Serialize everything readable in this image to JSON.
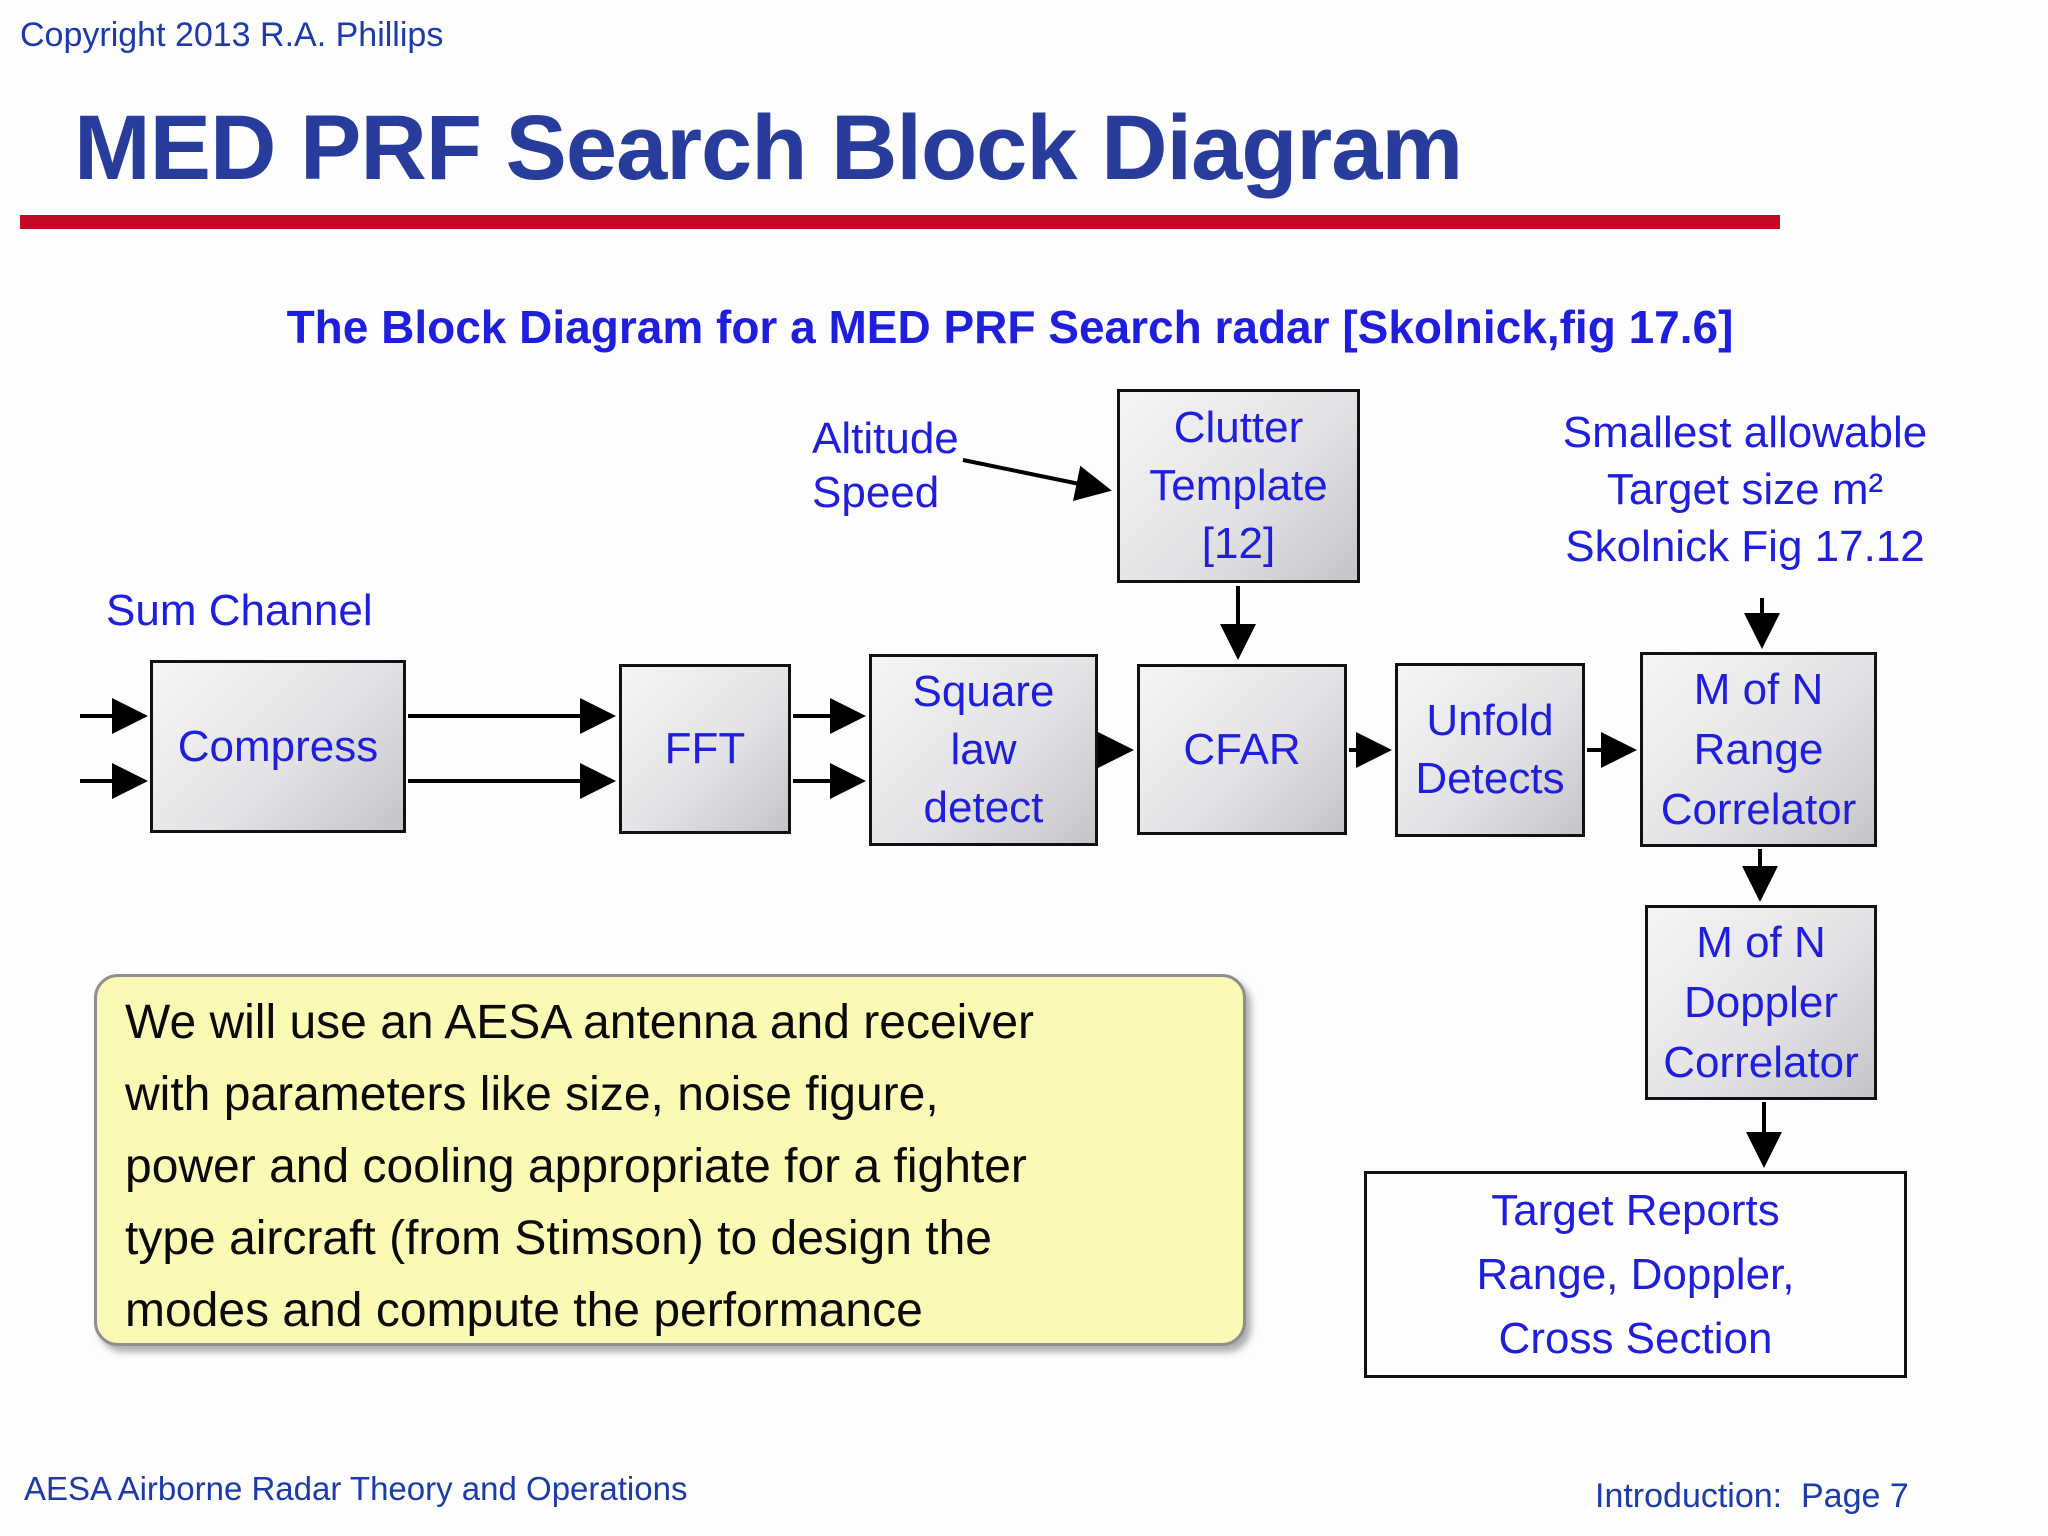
{
  "slide": {
    "copyright": "Copyright 2013 R.A. Phillips",
    "title": "MED PRF Search Block Diagram",
    "subtitle": "The Block Diagram for a MED PRF Search radar [Skolnick,fig 17.6]",
    "footer_left": "AESA Airborne Radar Theory and Operations",
    "footer_right": "Introduction:  Page 7"
  },
  "colors": {
    "title_blue": "#283C9C",
    "diagram_text_blue": "#1E1EDC",
    "footer_blue": "#1C3BA8",
    "red_bar": "#C00A26",
    "note_fill": "#FAFAB4",
    "box_fill_light": "#F5F5F6",
    "box_fill_dark": "#C5C5C9",
    "box_border": "#111111"
  },
  "diagram": {
    "labels": {
      "sum_channel": "Sum Channel",
      "altitude_speed": "Altitude\nSpeed",
      "smallest_allowable": "Smallest allowable\nTarget size m²\nSkolnick Fig 17.12"
    },
    "blocks": {
      "compress": "Compress",
      "fft": "FFT",
      "square_law": "Square\nlaw\ndetect",
      "cfar": "CFAR",
      "unfold": "Unfold\nDetects",
      "clutter_template": "Clutter\nTemplate\n[12]",
      "range_correlator": "M of N\nRange\nCorrelator",
      "doppler_correlator": "M of N\nDoppler\nCorrelator",
      "target_reports": "Target Reports\nRange, Doppler,\nCross Section"
    }
  },
  "note": {
    "text": "We will use an AESA antenna and receiver\nwith parameters like size, noise figure,\npower and cooling appropriate for a fighter\ntype aircraft (from Stimson) to design the\nmodes and compute the performance"
  }
}
